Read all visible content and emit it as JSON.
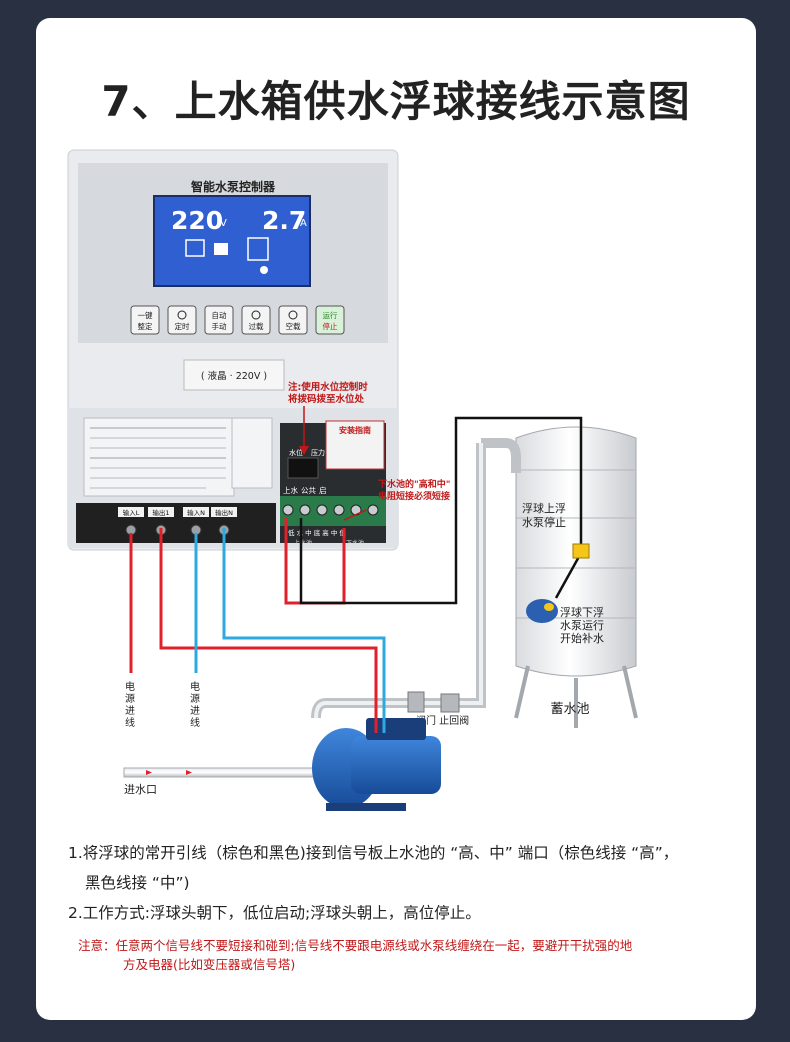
{
  "title": "7、上水箱供水浮球接线示意图",
  "controller": {
    "name": "智能水泵控制器",
    "voltage": "220",
    "voltage_unit": "V",
    "current": "2.7",
    "current_unit": "A",
    "buttons": [
      {
        "l1": "一键",
        "l2": "整定"
      },
      {
        "l1": "",
        "l2": "定时"
      },
      {
        "l1": "自动",
        "l2": "手动"
      },
      {
        "l1": "",
        "l2": "过载"
      },
      {
        "l1": "",
        "l2": "空载"
      },
      {
        "l1": "运行",
        "l2": "停止"
      }
    ],
    "model_label": "( 液晶 · 220V )",
    "dip_note_line1": "注:使用水位控制时",
    "dip_note_line2": "将拨码拨至水位处",
    "guide_title": "安装指南",
    "short_note_line1": "下水池的\"高和中\"",
    "short_note_line2": "电阻短接必须短接",
    "terminal_labels": [
      "输入L",
      "输出1",
      "输入N",
      "输出N"
    ],
    "signal_labels": [
      "水位",
      "压力"
    ],
    "signal_row": [
      "上水",
      "公共",
      "启"
    ],
    "bottom_row": "低 水 中  底  高  中  低",
    "tank_label_upper": "上水池",
    "tank_label_lower": "下水池"
  },
  "tank": {
    "float_up_line1": "浮球上浮",
    "float_up_line2": "水泵停止",
    "float_down_line1": "浮球下浮",
    "float_down_line2": "水泵运行",
    "float_down_line3": "开始补水",
    "label": "蓄水池"
  },
  "labels": {
    "power_in_1": "电源进线",
    "power_in_2": "电源进线",
    "valve": "阀门 止回阀",
    "inlet": "进水口"
  },
  "notes": {
    "line1": "1.将浮球的常开引线（棕色和黑色)接到信号板上水池的 “高、中” 端口（棕色线接 “高”，",
    "line1b": "黑色线接 “中”)",
    "line2": "2.工作方式:浮球头朝下，低位启动;浮球头朝上，高位停止。",
    "warning1": "注意：任意两个信号线不要短接和碰到;信号线不要跟电源线或水泵线缠绕在一起，要避开干扰强的地",
    "warning2": "方及电器(比如变压器或信号塔)"
  },
  "colors": {
    "background": "#283042",
    "card": "#ffffff",
    "lcd": "#2f5fd0",
    "pipe": "#cfd3d8",
    "pump": "#1f5fb8",
    "wire_red": "#e0202a",
    "wire_blue": "#2ea8e0",
    "wire_black": "#111111",
    "float_yellow": "#f5c518",
    "warning": "#c01818"
  }
}
